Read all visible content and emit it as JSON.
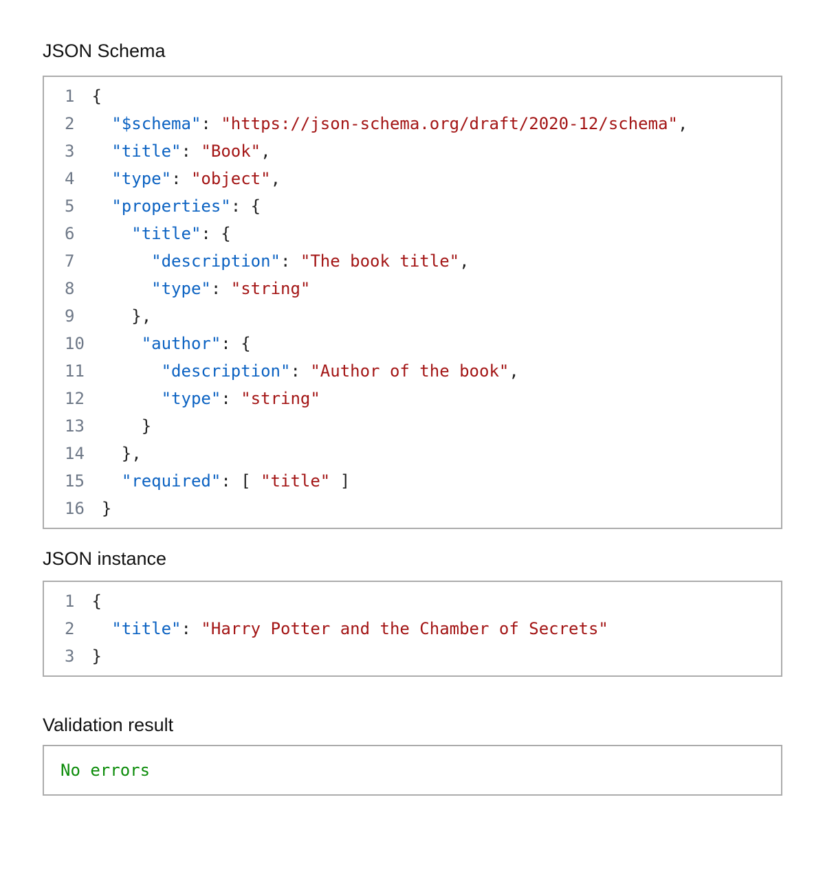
{
  "colors": {
    "key": "#0b62c2",
    "string": "#a31515",
    "punctuation": "#1f1f1f",
    "line_number": "#6e7887",
    "border": "#ababab",
    "success_text": "#0c8c0a",
    "heading_text": "#111111"
  },
  "schema_editor": {
    "heading": "JSON Schema",
    "lines": [
      {
        "num": 1,
        "tokens": [
          [
            "p",
            "{"
          ]
        ]
      },
      {
        "num": 2,
        "tokens": [
          [
            "p",
            "  "
          ],
          [
            "k",
            "\"$schema\""
          ],
          [
            "p",
            ": "
          ],
          [
            "s",
            "\"https://json-schema.org/draft/2020-12/schema\""
          ],
          [
            "p",
            ","
          ]
        ]
      },
      {
        "num": 3,
        "tokens": [
          [
            "p",
            "  "
          ],
          [
            "k",
            "\"title\""
          ],
          [
            "p",
            ": "
          ],
          [
            "s",
            "\"Book\""
          ],
          [
            "p",
            ","
          ]
        ]
      },
      {
        "num": 4,
        "tokens": [
          [
            "p",
            "  "
          ],
          [
            "k",
            "\"type\""
          ],
          [
            "p",
            ": "
          ],
          [
            "s",
            "\"object\""
          ],
          [
            "p",
            ","
          ]
        ]
      },
      {
        "num": 5,
        "tokens": [
          [
            "p",
            "  "
          ],
          [
            "k",
            "\"properties\""
          ],
          [
            "p",
            ": {"
          ]
        ]
      },
      {
        "num": 6,
        "tokens": [
          [
            "p",
            "    "
          ],
          [
            "k",
            "\"title\""
          ],
          [
            "p",
            ": {"
          ]
        ]
      },
      {
        "num": 7,
        "tokens": [
          [
            "p",
            "      "
          ],
          [
            "k",
            "\"description\""
          ],
          [
            "p",
            ": "
          ],
          [
            "s",
            "\"The book title\""
          ],
          [
            "p",
            ","
          ]
        ]
      },
      {
        "num": 8,
        "tokens": [
          [
            "p",
            "      "
          ],
          [
            "k",
            "\"type\""
          ],
          [
            "p",
            ": "
          ],
          [
            "s",
            "\"string\""
          ]
        ]
      },
      {
        "num": 9,
        "tokens": [
          [
            "p",
            "    },"
          ]
        ]
      },
      {
        "num": 10,
        "tokens": [
          [
            "p",
            "    "
          ],
          [
            "k",
            "\"author\""
          ],
          [
            "p",
            ": {"
          ]
        ]
      },
      {
        "num": 11,
        "tokens": [
          [
            "p",
            "      "
          ],
          [
            "k",
            "\"description\""
          ],
          [
            "p",
            ": "
          ],
          [
            "s",
            "\"Author of the book\""
          ],
          [
            "p",
            ","
          ]
        ]
      },
      {
        "num": 12,
        "tokens": [
          [
            "p",
            "      "
          ],
          [
            "k",
            "\"type\""
          ],
          [
            "p",
            ": "
          ],
          [
            "s",
            "\"string\""
          ]
        ]
      },
      {
        "num": 13,
        "tokens": [
          [
            "p",
            "    }"
          ]
        ]
      },
      {
        "num": 14,
        "tokens": [
          [
            "p",
            "  },"
          ]
        ]
      },
      {
        "num": 15,
        "tokens": [
          [
            "p",
            "  "
          ],
          [
            "k",
            "\"required\""
          ],
          [
            "p",
            ": [ "
          ],
          [
            "s",
            "\"title\""
          ],
          [
            "p",
            " ]"
          ]
        ]
      },
      {
        "num": 16,
        "tokens": [
          [
            "p",
            "}"
          ]
        ]
      }
    ]
  },
  "instance_editor": {
    "heading": "JSON instance",
    "lines": [
      {
        "num": 1,
        "tokens": [
          [
            "p",
            "{"
          ]
        ]
      },
      {
        "num": 2,
        "tokens": [
          [
            "p",
            "  "
          ],
          [
            "k",
            "\"title\""
          ],
          [
            "p",
            ": "
          ],
          [
            "s",
            "\"Harry Potter and the Chamber of Secrets\""
          ]
        ]
      },
      {
        "num": 3,
        "tokens": [
          [
            "p",
            "}"
          ]
        ]
      }
    ]
  },
  "validation": {
    "heading": "Validation result",
    "message": "No errors"
  }
}
